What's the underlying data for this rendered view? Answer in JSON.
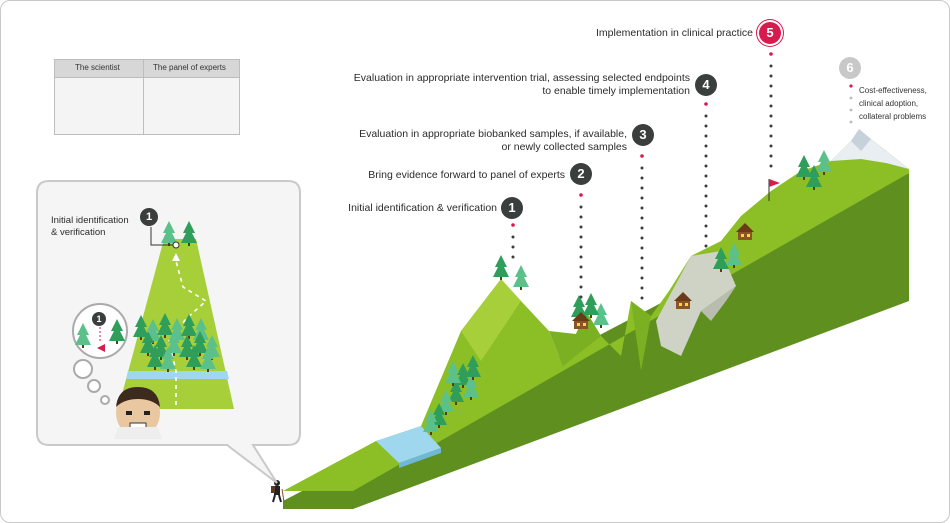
{
  "legend": {
    "scientist_label": "The scientist",
    "panel_label": "The panel of experts"
  },
  "inset": {
    "step_number": "1",
    "step_label_line1": "Initial identification",
    "step_label_line2": "& verification",
    "thought_number": "1"
  },
  "steps": [
    {
      "number": "1",
      "label": "Initial identification & verification"
    },
    {
      "number": "2",
      "label": "Bring evidence forward to panel of experts"
    },
    {
      "number": "3",
      "label_line1": "Evaluation in appropriate biobanked samples, if available,",
      "label_line2": "or newly collected samples"
    },
    {
      "number": "4",
      "label_line1": "Evaluation in appropriate intervention trial, assessing selected endpoints",
      "label_line2": "to enable timely implementation"
    },
    {
      "number": "5",
      "label": "Implementation in clinical practice"
    },
    {
      "number": "6",
      "notes": [
        "Cost-effectiveness,",
        "clinical adoption,",
        "collateral problems"
      ]
    }
  ],
  "colors": {
    "grass": "#8cbf26",
    "grass_dark": "#5e8f1f",
    "grass_light": "#a6cf3a",
    "tree": "#2f9e5a",
    "tree_light": "#5cc08a",
    "water": "#9fd8ee",
    "rock": "#cfd3c6",
    "dot": "#3a3f3d",
    "accent_red": "#d81b4e",
    "badge_dark": "#3a3f3d",
    "badge_grey": "#c8c8c8"
  }
}
